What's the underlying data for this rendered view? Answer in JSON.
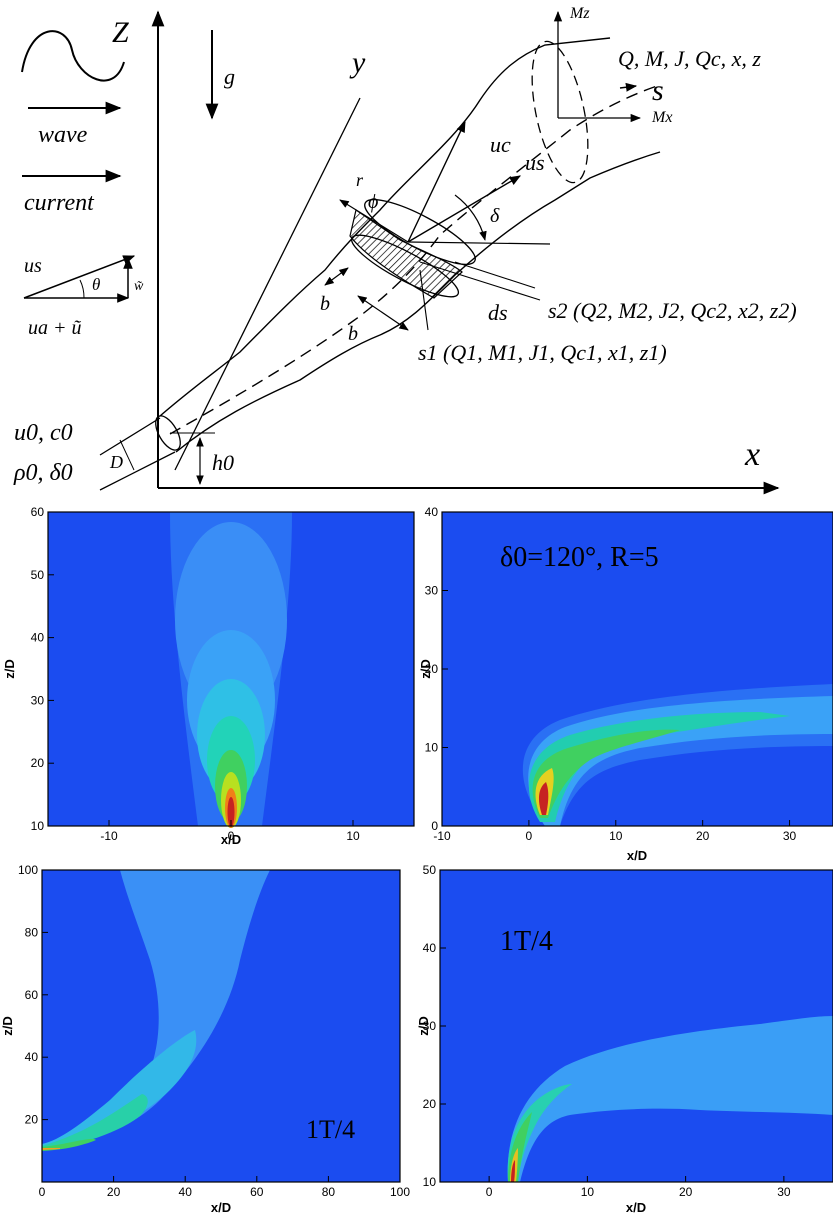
{
  "diagram": {
    "axis_z": "Z",
    "axis_y": "y",
    "axis_x": "x",
    "gravity": "g⃗",
    "wave_label": "wave",
    "current_label": "current",
    "s_label": "s",
    "Mz": "Mz",
    "Mx": "Mx",
    "state_top": "Q, M, J, Qc, x, z",
    "uc": "uc",
    "us": "us",
    "r": "r",
    "phi": "ϕ",
    "delta": "δ",
    "ds": "ds",
    "b": "b",
    "s2": "s2 (Q2, M2, J2, Qc2, x2, z2)",
    "s1": "s1 (Q1, M1, J1, Qc1, x1, z1)",
    "tri_us": "us",
    "tri_theta": "θ",
    "tri_w": "w̃",
    "tri_ua": "ua + ũ",
    "u0c0": "u0, c0",
    "rho0delta0": "ρ0, δ0",
    "D": "D",
    "h0": "h0"
  },
  "panels": [
    {
      "id": "a",
      "xlabel": "x/D",
      "ylabel": "z/D",
      "xticks": [
        "-10",
        "0",
        "10"
      ],
      "yticks": [
        "10",
        "20",
        "30",
        "40",
        "50",
        "60"
      ],
      "annotation": ""
    },
    {
      "id": "b",
      "xlabel": "x/D",
      "ylabel": "z/D",
      "xticks": [
        "-10",
        "0",
        "10",
        "20",
        "30"
      ],
      "yticks": [
        "0",
        "10",
        "20",
        "30",
        "40"
      ],
      "annotation": "δ0=120°, R=5"
    },
    {
      "id": "c",
      "xlabel": "x/D",
      "ylabel": "z/D",
      "xticks": [
        "0",
        "20",
        "40",
        "60",
        "80",
        "100"
      ],
      "yticks": [
        "20",
        "40",
        "60",
        "80",
        "100"
      ],
      "annotation": "1T/4"
    },
    {
      "id": "d",
      "xlabel": "x/D",
      "ylabel": "z/D",
      "xticks": [
        "0",
        "10",
        "20",
        "30"
      ],
      "yticks": [
        "10",
        "20",
        "30",
        "40",
        "50"
      ],
      "annotation": "1T/4"
    }
  ],
  "chart_data": [
    {
      "type": "heatmap",
      "xlabel": "x/D",
      "ylabel": "z/D",
      "xlim": [
        -15,
        15
      ],
      "ylim": [
        10,
        60
      ],
      "colors": {
        "background": "#1b4cf0",
        "low": "#3aa2f7",
        "mid": "#26c9a8",
        "high": "#c62222"
      }
    },
    {
      "type": "heatmap",
      "xlabel": "x/D",
      "ylabel": "z/D",
      "xlim": [
        -10,
        35
      ],
      "ylim": [
        0,
        40
      ],
      "annotation": "δ0=120°, R=5",
      "colors": {
        "background": "#1b4cf0"
      }
    },
    {
      "type": "heatmap",
      "xlabel": "x/D",
      "ylabel": "z/D",
      "xlim": [
        0,
        100
      ],
      "ylim": [
        0,
        100
      ],
      "annotation": "1T/4",
      "colors": {
        "background": "#1b4cf0"
      }
    },
    {
      "type": "heatmap",
      "xlabel": "x/D",
      "ylabel": "z/D",
      "xlim": [
        -5,
        35
      ],
      "ylim": [
        10,
        50
      ],
      "annotation": "1T/4",
      "colors": {
        "background": "#1b4cf0"
      }
    }
  ]
}
